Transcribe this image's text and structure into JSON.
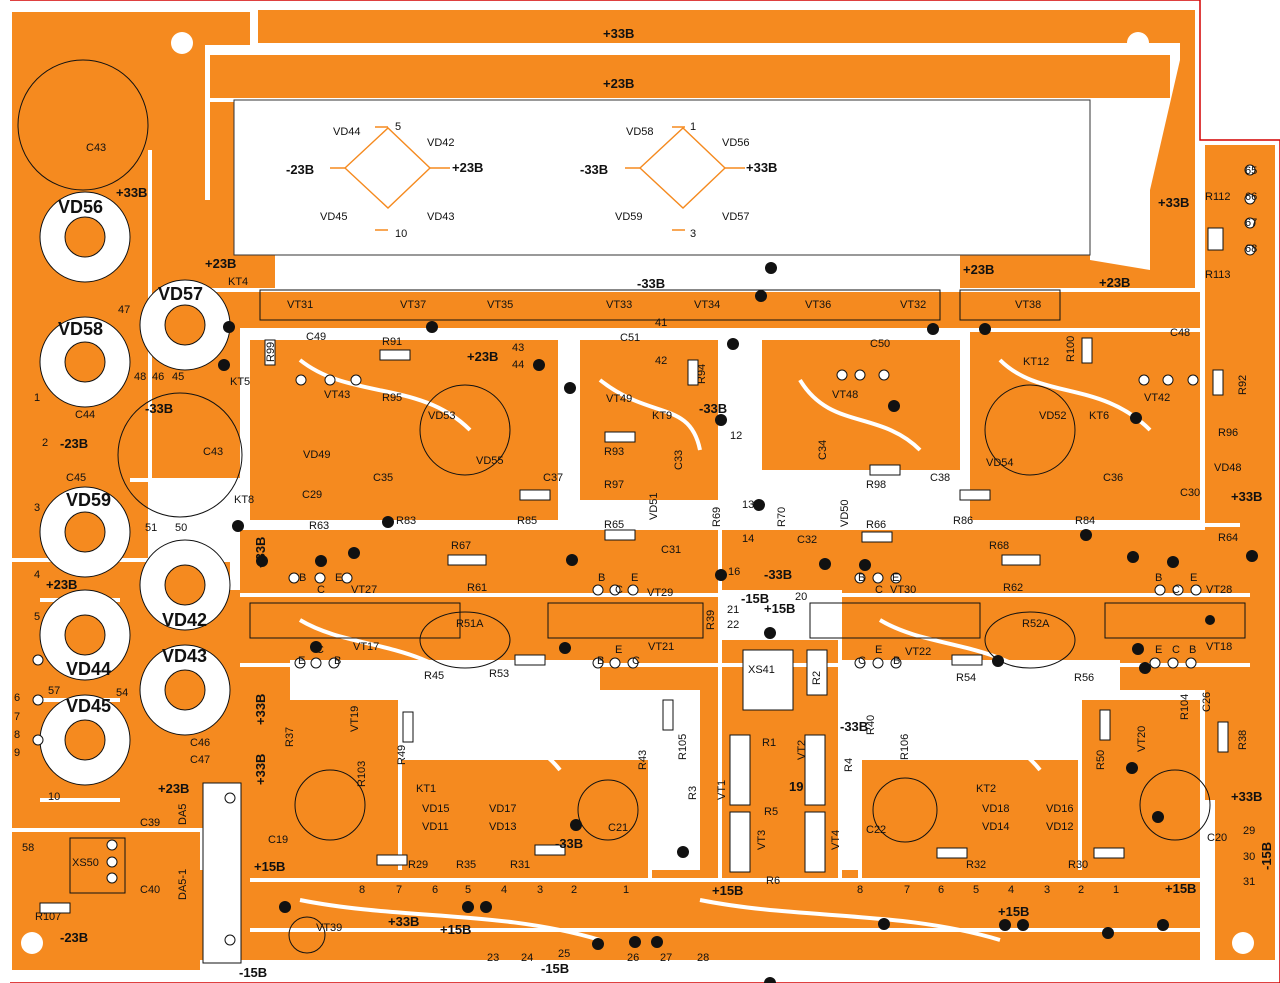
{
  "colors": {
    "copper": "#f58a1f",
    "board": "#ffffff",
    "silk": "#111111",
    "outline": "#d40000"
  },
  "rails": {
    "top_33": "+33В",
    "top_23": "+23В",
    "right_33": "+33В",
    "kt4_23": "+23В",
    "left_33": "+33В",
    "mid_23": "+23В",
    "mid_33": "-33В",
    "left_m33": "-33В",
    "left_m23": "-23В",
    "left_p23": "+23В",
    "right_p23": "+23В",
    "right_m33b": "-33В",
    "r_33a": "+33В",
    "r_33b": "+33В",
    "bottom_m15": "-15В",
    "bottom_m23": "-23В",
    "bot_p15a": "+15В",
    "bot_p15b": "+15В",
    "bot_p15c": "+15В",
    "bot_p15d": "+15В",
    "bot_p33": "+33В",
    "bot_p15e": "+15В",
    "bot_m15b": "-15В",
    "r_m15": "-15В",
    "center_m15": "-15В",
    "center_p15": "+15В",
    "center_m33": "-33В",
    "c_m33b": "-33В",
    "c_m33c": "-33В",
    "l_23b": "+23В",
    "l_33v": "+33В",
    "l_33v2": "+33В",
    "l_33v3": "+33В"
  },
  "bridge1": {
    "in_neg": "-23В",
    "out_pos": "+23В",
    "d1": "VD44",
    "d2": "VD42",
    "d3": "VD45",
    "d4": "VD43",
    "pin_top": "5",
    "pin_bot": "10"
  },
  "bridge2": {
    "in_neg": "-33В",
    "out_pos": "+33В",
    "d1": "VD58",
    "d2": "VD56",
    "d3": "VD59",
    "d4": "VD57",
    "pin_top": "1",
    "pin_bot": "3"
  },
  "big_labels": [
    "VD56",
    "VD57",
    "VD58",
    "VD59",
    "VD42",
    "VD43",
    "VD44",
    "VD45"
  ],
  "components": {
    "c43a": "C43",
    "c44": "C44",
    "c45": "C45",
    "c43b": "C43",
    "kt4": "KT4",
    "kt5": "KT5",
    "kt8": "KT8",
    "vt31": "VT31",
    "vt37": "VT37",
    "vt35": "VT35",
    "vt33": "VT33",
    "vt34": "VT34",
    "vt36": "VT36",
    "vt32": "VT32",
    "vt38": "VT38",
    "c49": "C49",
    "r99": "R99",
    "r91": "R91",
    "r95": "R95",
    "vt43": "VT43",
    "vd53": "VD53",
    "vd55": "VD55",
    "c51": "C51",
    "r94": "R94",
    "vt49": "VT49",
    "kt9": "KT9",
    "c50": "C50",
    "vt48": "VT48",
    "r100": "R100",
    "kt12": "KT12",
    "c48": "C48",
    "r92": "R92",
    "vt42": "VT42",
    "vd52": "VD52",
    "kt6": "KT6",
    "vd54": "VD54",
    "r96": "R96",
    "vd48": "VD48",
    "r112": "R112",
    "r113": "R113",
    "vd49": "VD49",
    "c35": "C35",
    "c29": "C29",
    "r63": "R63",
    "r83": "R83",
    "c37": "C37",
    "r85": "R85",
    "r93": "R93",
    "r97": "R97",
    "c33": "C33",
    "c34": "C34",
    "vd51": "VD51",
    "r69": "R69",
    "r70": "R70",
    "vd50": "VD50",
    "r98": "R98",
    "c38": "C38",
    "r86": "R86",
    "c36": "C36",
    "c30": "C30",
    "r84": "R84",
    "r65": "R65",
    "r66": "R66",
    "c31": "C31",
    "c32": "C32",
    "r64": "R64",
    "r67": "R67",
    "r61": "R61",
    "r68": "R68",
    "r62": "R62",
    "vt27": "VT27",
    "vt29": "VT29",
    "vt30": "VT30",
    "vt28": "VT28",
    "vt17": "VT17",
    "vt21": "VT21",
    "vt22": "VT22",
    "vt18": "VT18",
    "r51a": "R51A",
    "r52a": "R52A",
    "r39": "R39",
    "r53": "R53",
    "r54": "R54",
    "r45": "R45",
    "xs41": "XS41",
    "r2": "R2",
    "r40": "R40",
    "r56": "R56",
    "r104": "R104",
    "c26": "C26",
    "vt19": "VT19",
    "r37": "R37",
    "r49": "R49",
    "r103": "R103",
    "r43": "R43",
    "r105": "R105",
    "r1": "R1",
    "vt2": "VT2",
    "r4": "R4",
    "r106": "R106",
    "vt20": "VT20",
    "r50": "R50",
    "r38": "R38",
    "kt1": "KT1",
    "vd15": "VD15",
    "vd11": "VD11",
    "vd17": "VD17",
    "vd13": "VD13",
    "c21": "C21",
    "r3": "R3",
    "vt1": "VT1",
    "r5": "R5",
    "vt3": "VT3",
    "vt4": "VT4",
    "kt2": "KT2",
    "vd18": "VD18",
    "vd14": "VD14",
    "vd16": "VD16",
    "vd12": "VD12",
    "c22": "C22",
    "c20": "C20",
    "c19": "C19",
    "r29": "R29",
    "r35": "R35",
    "r31": "R31",
    "r32": "R32",
    "r30": "R30",
    "r6": "R6",
    "c39": "C39",
    "xs50": "XS50",
    "c40": "C40",
    "da5": "DA5",
    "da51": "DA5-1",
    "r107": "R107",
    "vt39": "VT39",
    "c46": "C46",
    "c47": "C47",
    "n19": "19"
  },
  "pins": [
    "65",
    "66",
    "67",
    "68",
    "47",
    "48",
    "46",
    "45",
    "1",
    "2",
    "3",
    "4",
    "5",
    "6",
    "7",
    "8",
    "9",
    "10",
    "57",
    "54",
    "51",
    "50",
    "41",
    "42",
    "43",
    "44",
    "12",
    "13",
    "14",
    "16",
    "20",
    "21",
    "22",
    "29",
    "30",
    "31",
    "58",
    "23",
    "24",
    "25",
    "26",
    "27",
    "28",
    "8",
    "7",
    "6",
    "5",
    "4",
    "3",
    "2",
    "1",
    "8",
    "7",
    "6",
    "5",
    "4",
    "3",
    "2",
    "1"
  ],
  "bce": {
    "b": "B",
    "c": "C",
    "e": "E"
  }
}
